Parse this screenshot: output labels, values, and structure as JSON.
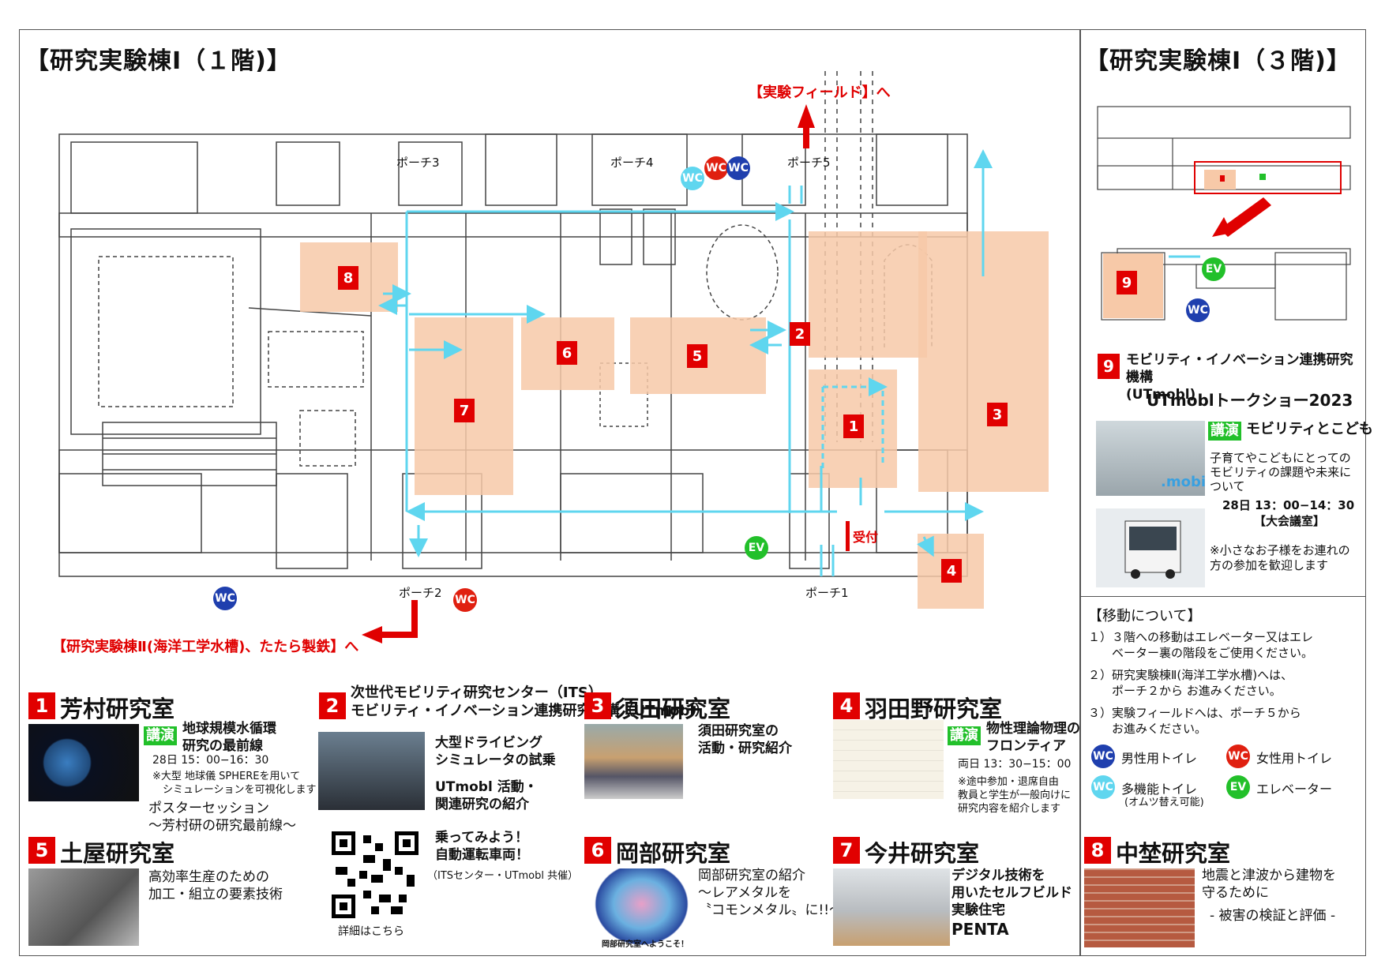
{
  "floor1_title": "【研究実験棟Ⅰ（１階)】",
  "floor3_title": "【研究実験棟Ⅰ（３階)】",
  "map": {
    "porches": [
      "ポーチ1",
      "ポーチ2",
      "ポーチ3",
      "ポーチ4",
      "ポーチ5"
    ],
    "reception": "受付",
    "to_field": "【実験フィールド】へ",
    "to_building2": "【研究実験棟Ⅱ(海洋工学水槽)、たたら製鉄】へ",
    "room_numbers": [
      "1",
      "2",
      "3",
      "4",
      "5",
      "6",
      "7",
      "8"
    ],
    "floor3_room": "9",
    "icons": {
      "wc": "WC",
      "ev": "EV"
    }
  },
  "colors": {
    "room": "#f7c9a8",
    "badge": "#e10000",
    "path": "#5fd6ef",
    "wc_male": "#1f3fae",
    "wc_female": "#e02010",
    "wc_multi": "#5fd6ef",
    "ev": "#22c02a"
  },
  "labs": {
    "l1": {
      "num": "1",
      "name": "芳村研究室",
      "kouen": "講演",
      "talk": "地球規模水循環\n研究の最前線",
      "time": "28日 15：00−16：30",
      "note": "※大型 地球儀 SPHEREを用いて\n　シミュレーションを可視化します",
      "poster": "ポスターセッション\n〜芳村研の研究最前線〜"
    },
    "l2": {
      "num": "2",
      "name": "次世代モビリティ研究センター（ITS）\nモビリティ・イノベーション連携研究機構（UTmobl）",
      "desc1": "大型ドライビング\nシミュレータの試乗",
      "desc2": "UTmobl 活動・\n関連研究の紹介"
    },
    "l3": {
      "num": "3",
      "name": "須田研究室",
      "desc": "須田研究室の\n活動・研究紹介"
    },
    "l4": {
      "num": "4",
      "name": "羽田野研究室",
      "kouen": "講演",
      "talk": "物性理論物理の\nフロンティア",
      "time": "両日 13：30−15：00",
      "note": "※途中参加・退席自由\n教員と学生が一般向けに\n研究内容を紹介します"
    },
    "l5": {
      "num": "5",
      "name": "土屋研究室",
      "desc": "高効率生産のための\n加工・組立の要素技術"
    },
    "qr": {
      "desc": "乗ってみよう！\n自動運転車両！",
      "sub": "（ITSセンター・UTmobl 共催）",
      "caption": "詳細はこちら"
    },
    "l6": {
      "num": "6",
      "name": "岡部研究室",
      "desc": "岡部研究室の紹介\n〜レアメタルを\n〝コモンメタル〟に!!〜",
      "photo_caption": "岡部研究室へようこそ！"
    },
    "l7": {
      "num": "7",
      "name": "今井研究室",
      "desc": "デジタル技術を\n用いたセルフビルド\n実験住宅",
      "penta": "PENTA"
    },
    "l8": {
      "num": "8",
      "name": "中埜研究室",
      "desc": "地震と津波から建物を\n守るために",
      "sub": "- 被害の検証と評価 -"
    }
  },
  "l9": {
    "num": "9",
    "name": "モビリティ・イノベーション連携研究機構\n(UTmobl)",
    "event": "UTmoblトークショー2023",
    "kouen": "講演",
    "talk": "モビリティとこども",
    "desc": "子育てやこどもにとっての\nモビリティの課題や未来に\nついて",
    "time": "28日 13：00−14：30",
    "place": "【大会議室】",
    "note": "※小さなお子様をお連れの\n方の参加を歓迎します"
  },
  "moving": {
    "title": "【移動について】",
    "items": [
      "１）３階への移動はエレベーター又はエレ\n　　ベーター裏の階段をご使用ください。",
      "２）研究実験棟Ⅱ(海洋工学水槽)へは、\n　　ポーチ２から お進みください。",
      "３）実験フィールドへは、ポーチ５から\n　　お進みください。"
    ]
  },
  "legend": {
    "male": "男性用トイレ",
    "female": "女性用トイレ",
    "multi": "多機能トイレ",
    "multi_sub": "(オムツ替え可能)",
    "ev": "エレベーター"
  }
}
